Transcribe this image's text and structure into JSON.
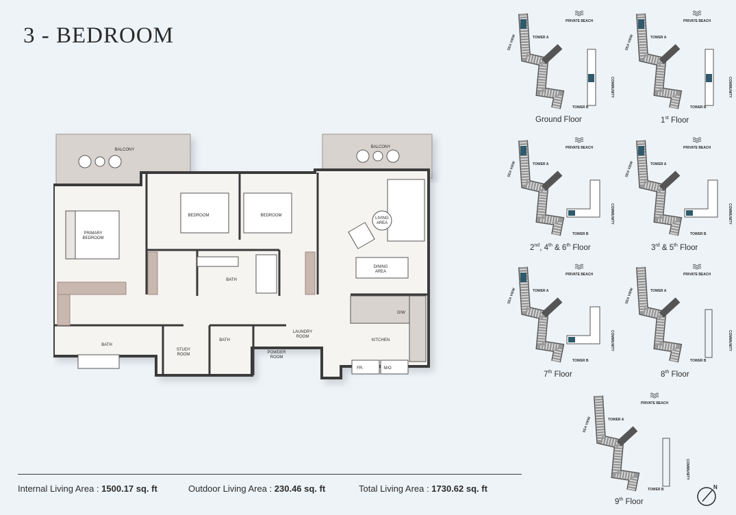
{
  "title": "3 - BEDROOM",
  "plan": {
    "rooms": {
      "balcony_left": "BALCONY",
      "balcony_right": "BALCONY",
      "primary_bedroom_1": "PRIMARY",
      "primary_bedroom_2": "BEDROOM",
      "bedroom_1": "BEDROOM",
      "bedroom_2": "BEDROOM",
      "living_1": "LIVING",
      "living_2": "AREA",
      "dining_1": "DINING",
      "dining_2": "AREA",
      "bath_center": "BATH",
      "bath_primary": "BATH",
      "study_1": "STUDY",
      "study_2": "ROOM",
      "bath_small": "BATH",
      "powder_1": "POWDER",
      "powder_2": "ROOM",
      "laundry_1": "LAUNDRY",
      "laundry_2": "ROOM",
      "kitchen": "KITCHEN",
      "dw": "D/W",
      "fr": "FR.",
      "mo": "M/O"
    }
  },
  "footer": {
    "internal_label": "Internal Living Area :",
    "internal_value": "1500.17 sq. ft",
    "outdoor_label": "Outdoor Living Area :",
    "outdoor_value": "230.46 sq. ft",
    "total_label": "Total Living Area :",
    "total_value": "1730.62 sq. ft"
  },
  "key_labels": {
    "private_beach": "PRIVATE BEACH",
    "tower_a": "TOWER A",
    "tower_b": "TOWER B",
    "sea_view": "SEA VIEW",
    "community": "COMMUNITY"
  },
  "floors": {
    "ground": {
      "main": "Ground Floor",
      "sup": ""
    },
    "first": {
      "main": "1",
      "sup": "st",
      "tail": " Floor"
    },
    "f246": {
      "a": "2",
      "a_sup": "nd",
      "b": ", 4",
      "b_sup": "th",
      "c": " & 6",
      "c_sup": "th",
      "tail": " Floor"
    },
    "f35": {
      "a": "3",
      "a_sup": "rd",
      "b": " & 5",
      "b_sup": "th",
      "tail": " Floor"
    },
    "f7": {
      "a": "7",
      "a_sup": "th",
      "tail": " Floor"
    },
    "f8": {
      "a": "8",
      "a_sup": "th",
      "tail": " Floor"
    },
    "f9": {
      "a": "9",
      "a_sup": "th",
      "tail": " Floor"
    }
  },
  "compass": {
    "letter": "N"
  },
  "colors": {
    "background": "#eef3f7",
    "highlight": "#2f5a6b",
    "floor": "#f6f4f1",
    "accent_wall": "#a08880"
  }
}
